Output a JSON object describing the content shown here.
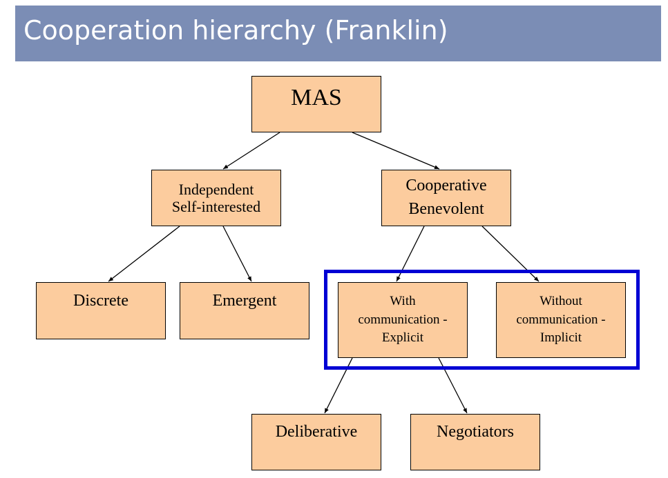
{
  "slide": {
    "title": "Cooperation hierarchy (Franklin)"
  },
  "colors": {
    "title_bar": "#7b8db5",
    "node_fill": "#fccc9e",
    "highlight_border": "#0000d4"
  },
  "diagram": {
    "nodes": {
      "mas": "MAS",
      "independent": "Independent\nSelf-interested",
      "cooperative": "Cooperative\nBenevolent",
      "discrete": "Discrete",
      "emergent": "Emergent",
      "with_comm": "With\ncommunication -\nExplicit",
      "without_comm": "Without\ncommunication -\nImplicit",
      "deliberative": "Deliberative",
      "negotiators": "Negotiators"
    }
  }
}
